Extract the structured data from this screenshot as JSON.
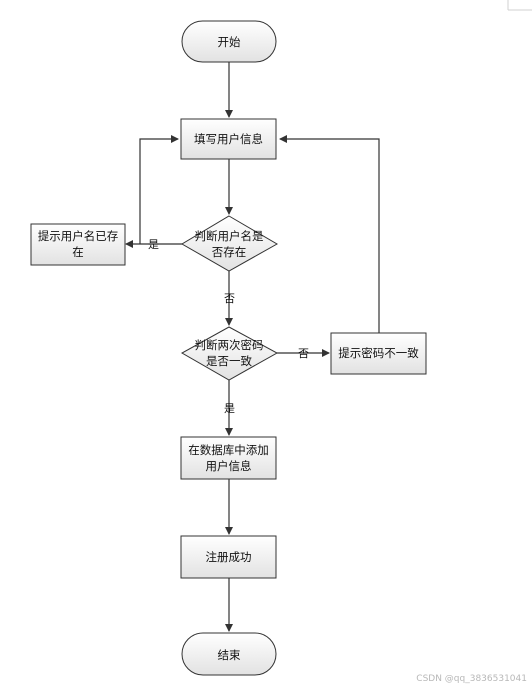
{
  "nodes": {
    "start": "开始",
    "fill_info": "填写用户信息",
    "check_name_l1": "判断用户名是",
    "check_name_l2": "否存在",
    "name_exists_l1": "提示用户名已存",
    "name_exists_l2": "在",
    "check_pwd_l1": "判断两次密码",
    "check_pwd_l2": "是否一致",
    "pwd_mismatch": "提示密码不一致",
    "add_db_l1": "在数据库中添加",
    "add_db_l2": "用户信息",
    "reg_success": "注册成功",
    "end": "结束"
  },
  "edges": {
    "name_yes": "是",
    "name_no": "否",
    "pwd_no": "否",
    "pwd_yes": "是"
  },
  "watermark": "CSDN @qq_3836531041",
  "colors": {
    "line": "#333333",
    "box_fill_top": "#ffffff",
    "box_fill_bottom": "#e4e4e4"
  }
}
